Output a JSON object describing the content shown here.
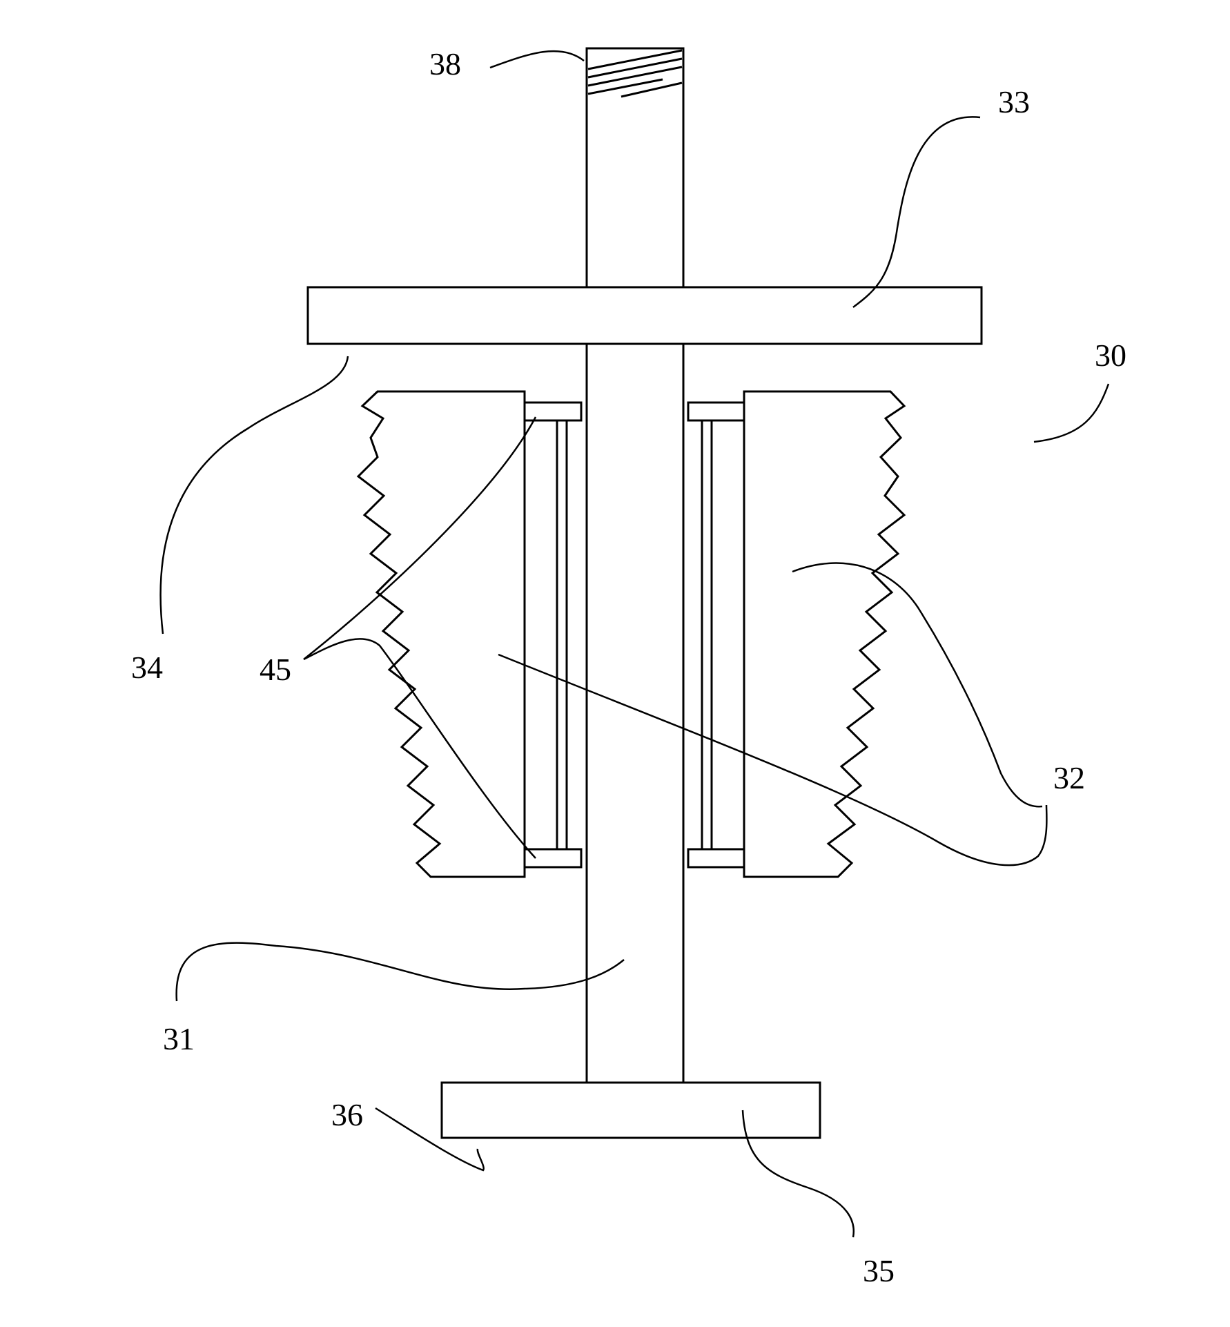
{
  "figure": {
    "stroke_color": "#000000",
    "background_color": "#ffffff"
  },
  "labels": {
    "ref_38": "38",
    "ref_33": "33",
    "ref_30": "30",
    "ref_34": "34",
    "ref_45": "45",
    "ref_32": "32",
    "ref_31": "31",
    "ref_36": "36",
    "ref_35": "35"
  }
}
